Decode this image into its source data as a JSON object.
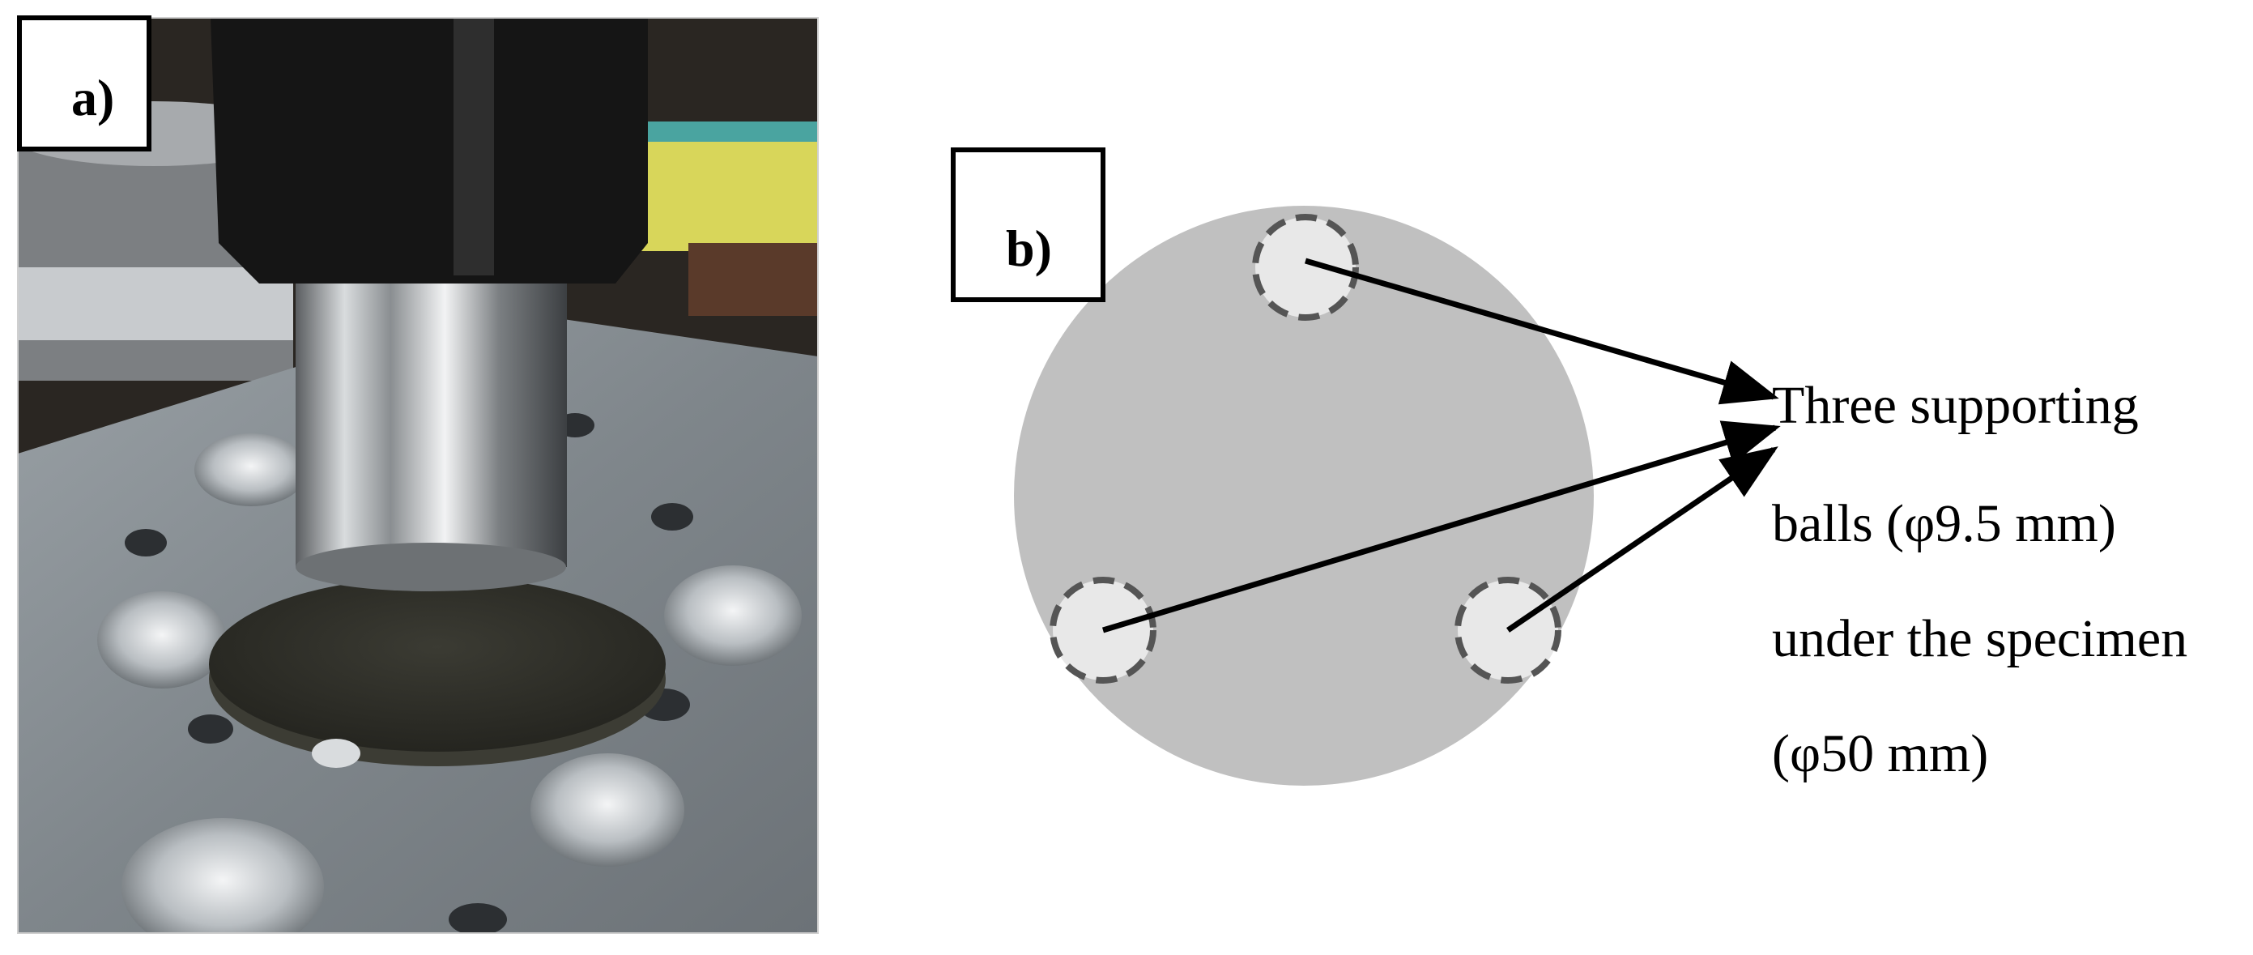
{
  "panels": {
    "a": {
      "label": "a)"
    },
    "b": {
      "label": "b)"
    }
  },
  "callout": {
    "lines": [
      "Three supporting",
      "balls (φ9.5 mm)",
      "under the specimen",
      "(φ50 mm)"
    ]
  },
  "colors": {
    "specimen": "#c0c0c0",
    "ball_fill": "#e8e8e8",
    "ball_outline": "#555555",
    "arrow": "#000000",
    "photo_plate": "#8f969b",
    "photo_disc": "#2f2f29",
    "photo_loader": "#151515"
  }
}
